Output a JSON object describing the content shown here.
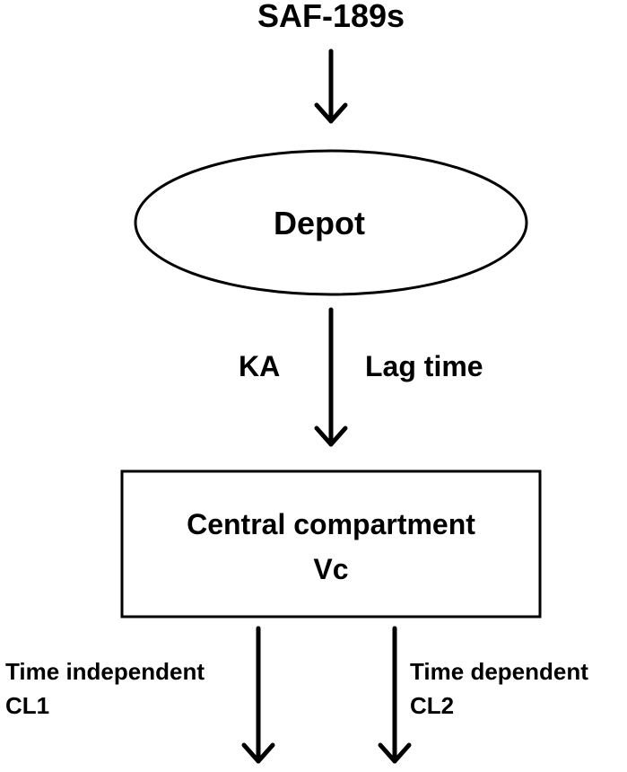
{
  "input": {
    "drug_label": "SAF-189s"
  },
  "depot": {
    "label": "Depot"
  },
  "absorption": {
    "rate_label": "KA",
    "lag_label": "Lag time"
  },
  "central": {
    "title": "Central compartment",
    "volume_label": "Vc"
  },
  "elimination": {
    "left": {
      "line1": "Time independent",
      "line2": "CL1"
    },
    "right": {
      "line1": "Time dependent",
      "line2": "CL2"
    }
  }
}
